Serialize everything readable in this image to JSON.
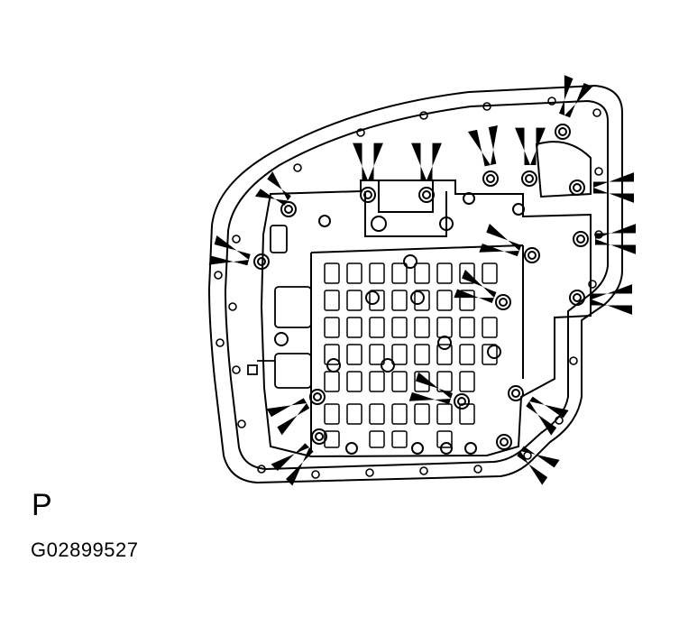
{
  "figure": {
    "view_letter": "P",
    "figure_code": "G02899527"
  },
  "colors": {
    "line": "#000000",
    "background": "#ffffff"
  },
  "icons": {
    "pointer": "bolt-pointer-arrow-icon",
    "bolt": "bolt-head-icon"
  },
  "pointer_arrow_count": 18
}
